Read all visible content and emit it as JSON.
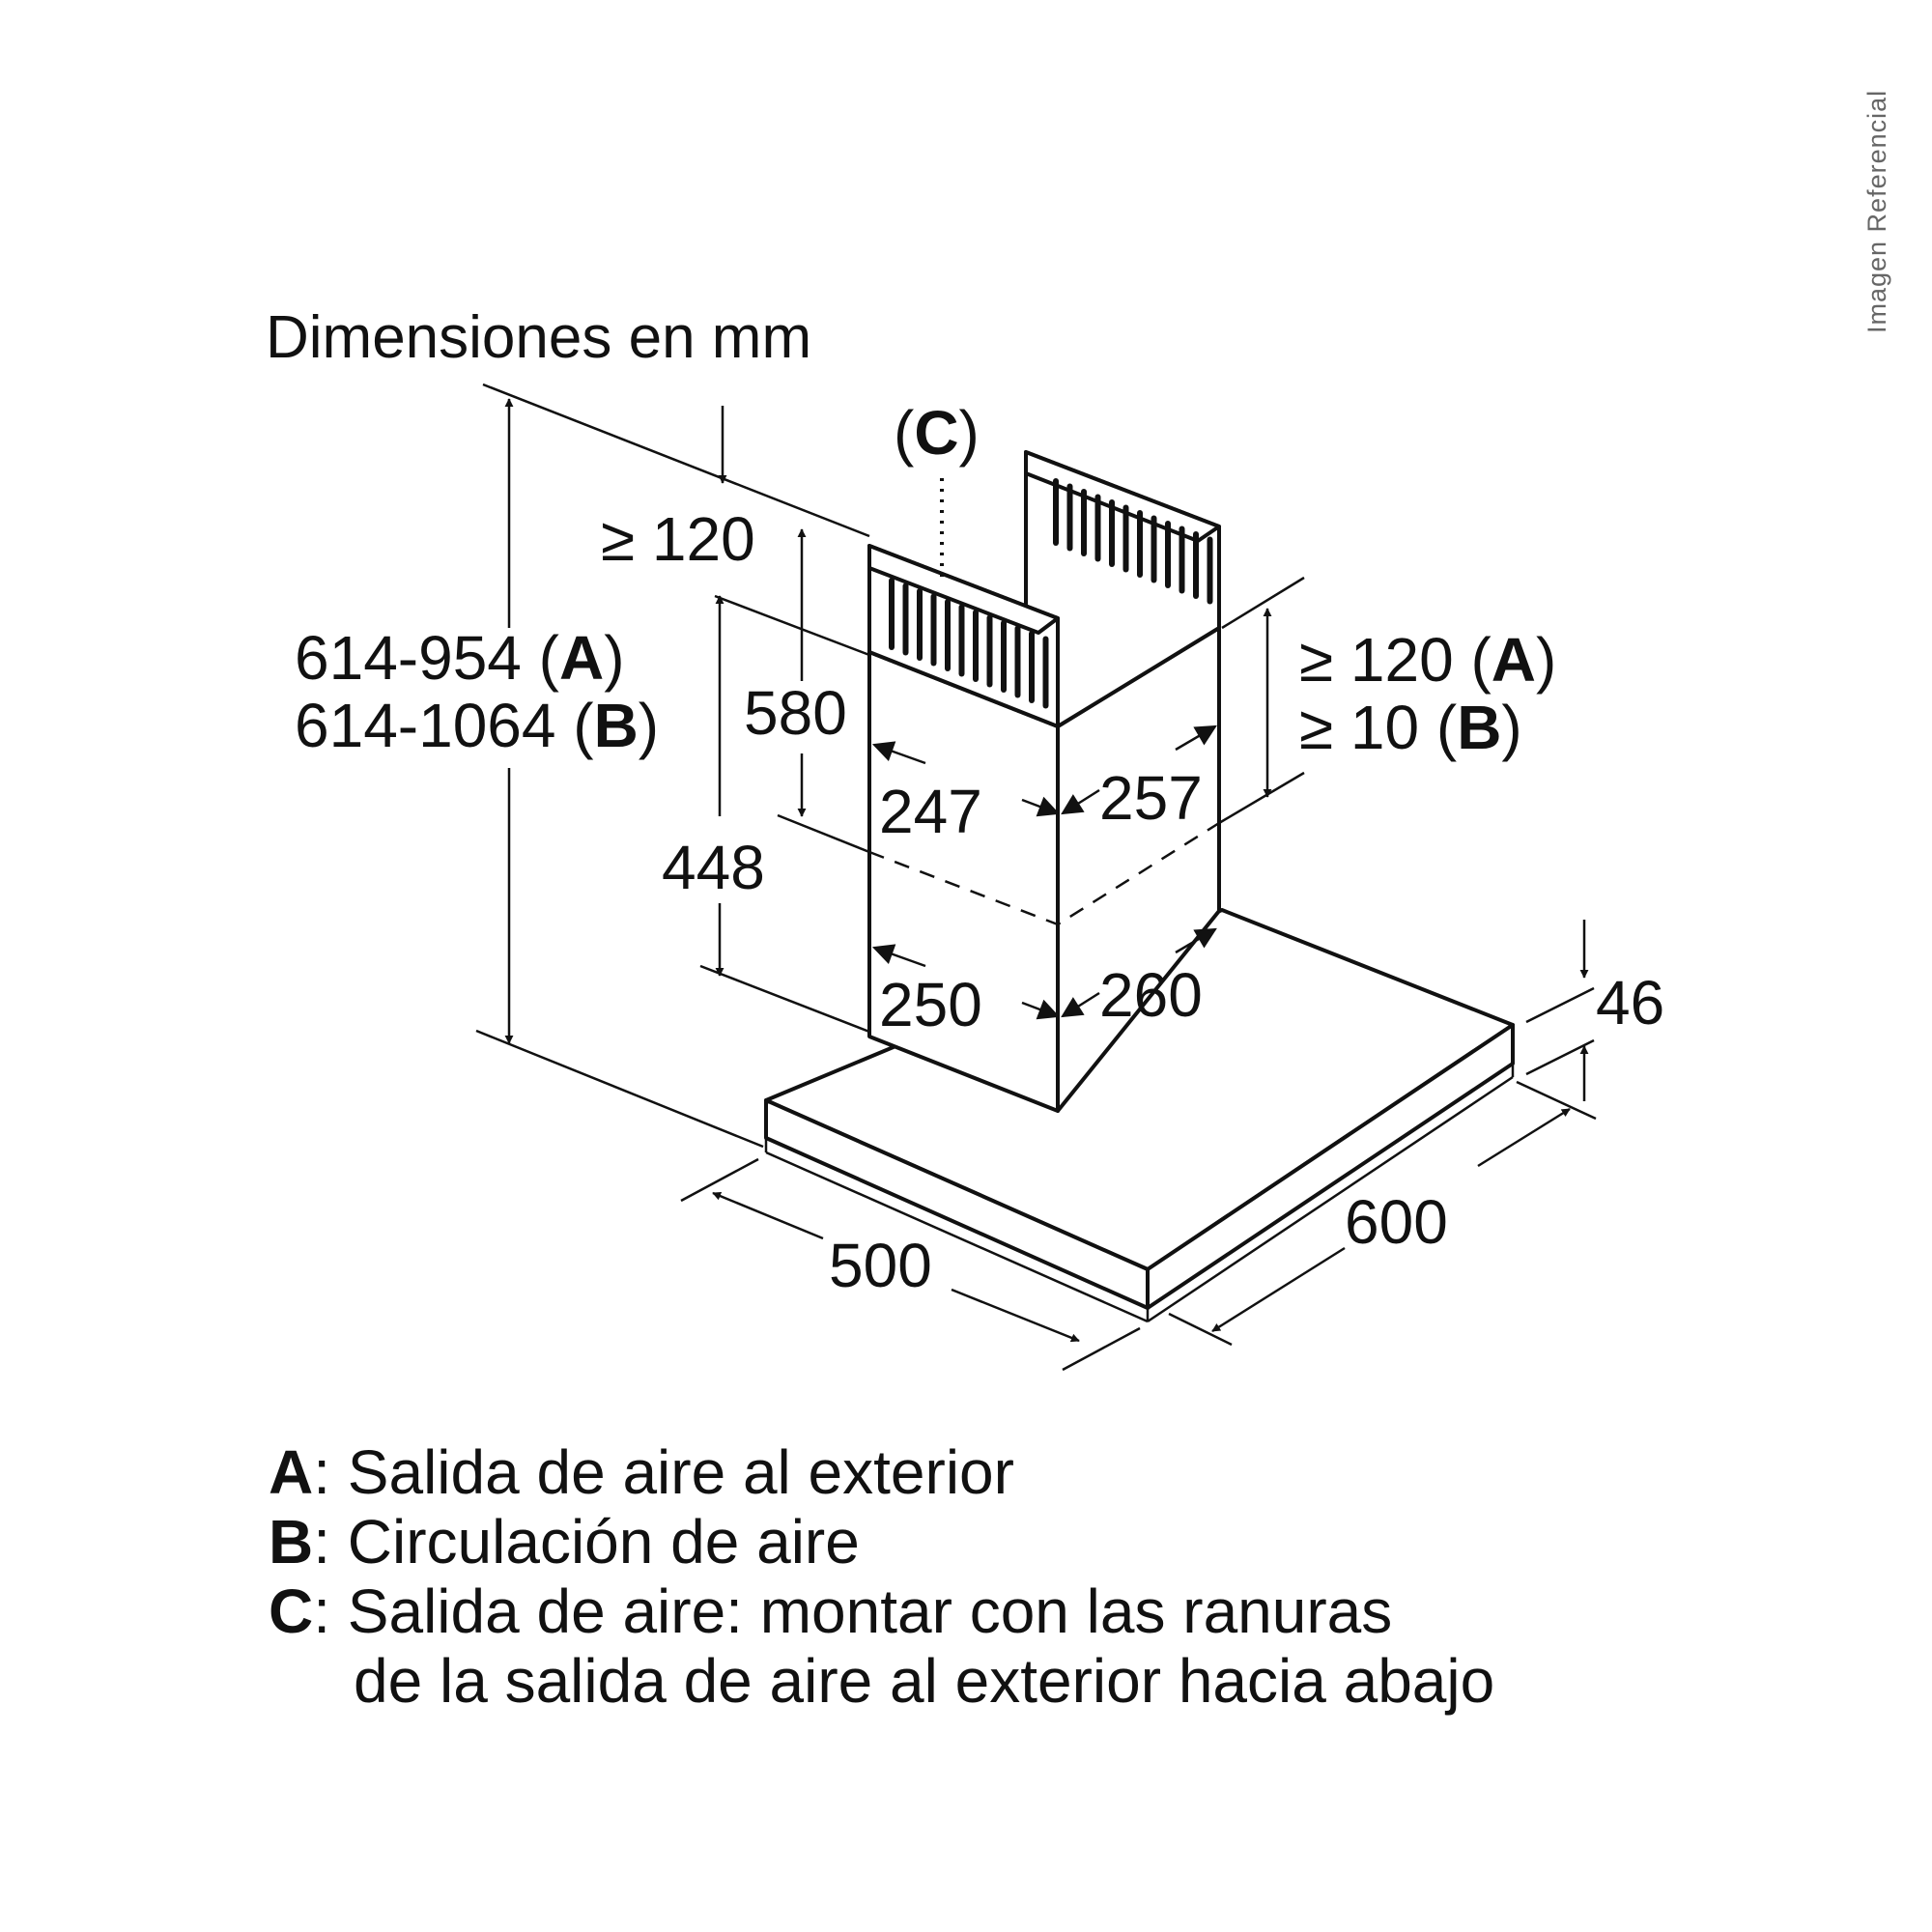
{
  "watermark": "Imagen Referencial",
  "heading": "Dimensiones en mm",
  "labels": {
    "c_open": "(",
    "c_letter": "C",
    "c_close": ")",
    "min_top": "≥ 120",
    "height_a_value": "614-954 (",
    "height_a_letter": "A",
    "height_a_close": ")",
    "height_b_value": "614-1064 (",
    "height_b_letter": "B",
    "height_b_close": ")",
    "upper_chimney": "580",
    "lower_chimney": "448",
    "gap_a_value": "≥ 120 (",
    "gap_a_letter": "A",
    "gap_a_close": ")",
    "gap_b_value": "≥ 10 (",
    "gap_b_letter": "B",
    "gap_b_close": ")",
    "upper_depth": "247",
    "upper_width": "257",
    "lower_depth": "250",
    "lower_width": "260",
    "canopy_height": "46",
    "canopy_width": "600",
    "canopy_depth": "500"
  },
  "legend": [
    {
      "key": "A",
      "text": ": Salida de aire al exterior"
    },
    {
      "key": "B",
      "text": ": Circulación de aire"
    },
    {
      "key": "C",
      "text": ": Salida de aire: montar con las ranuras"
    }
  ],
  "legend_continuation": "de la salida de aire al exterior hacia abajo"
}
